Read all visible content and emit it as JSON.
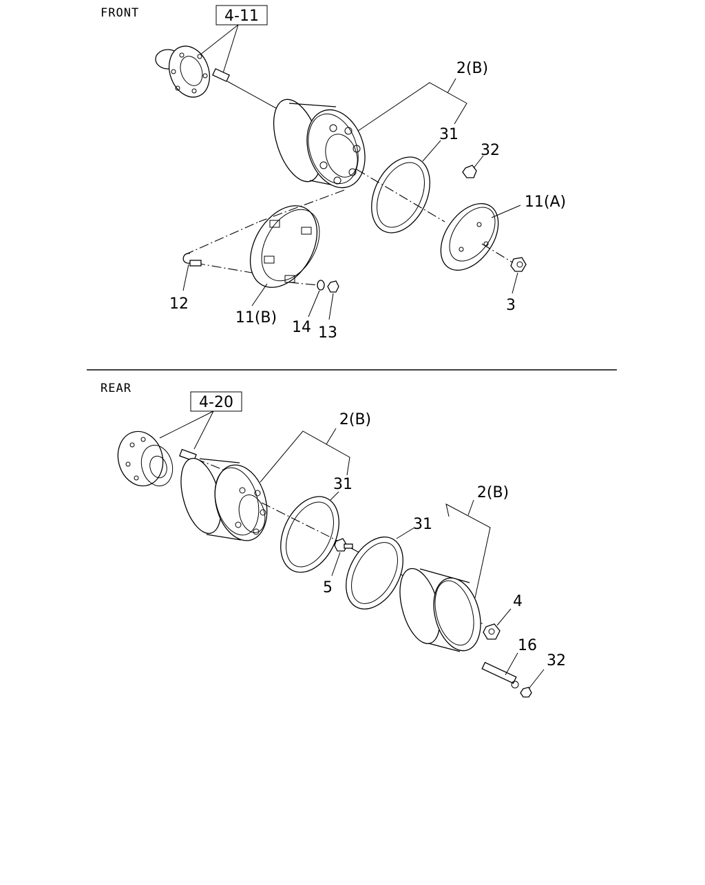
{
  "sections": {
    "front": {
      "title": "FRONT",
      "ref_box": "4-11",
      "labels": {
        "wheel": "2(B)",
        "ring": "31",
        "nut_small": "32",
        "cover_a": "11(A)",
        "nut": "3",
        "bolt": "12",
        "cover_b": "11(B)",
        "washer": "14",
        "nut_b": "13"
      }
    },
    "rear": {
      "title": "REAR",
      "ref_box": "4-20",
      "labels": {
        "wheel_inner": "2(B)",
        "ring_inner": "31",
        "stud": "5",
        "ring_outer": "31",
        "wheel_outer": "2(B)",
        "nut": "4",
        "extension": "16",
        "nut_small": "32"
      }
    }
  }
}
